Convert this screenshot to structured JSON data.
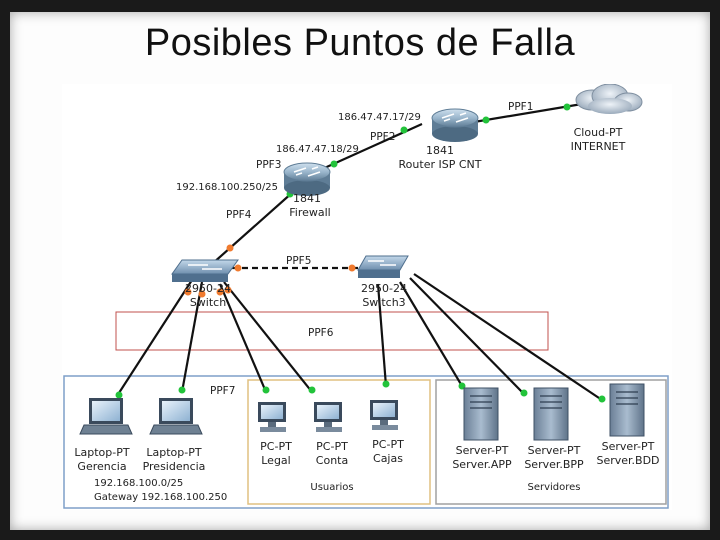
{
  "slide": {
    "title": "Posibles Puntos de Falla"
  },
  "links": {
    "ppf1": "PPF1",
    "ppf2": "PPF2",
    "ppf3": "PPF3",
    "ppf4": "PPF4",
    "ppf5": "PPF5",
    "ppf6": "PPF6",
    "ppf7": "PPF7",
    "ip_isp_cloud": "186.47.47.17/29",
    "ip_fw_isp": "186.47.47.18/29",
    "ip_fw_lan": "192.168.100.250/25"
  },
  "devices": {
    "cloud": {
      "model": "Cloud-PT",
      "name": "INTERNET"
    },
    "router_isp": {
      "model": "1841",
      "name": "Router ISP CNT"
    },
    "firewall": {
      "model": "1841",
      "name": "Firewall"
    },
    "switch1": {
      "model": "2950-24",
      "name": "Switch"
    },
    "switch2": {
      "model": "2950-24",
      "name": "Switch3"
    },
    "laptop1": {
      "model": "Laptop-PT",
      "name": "Gerencia"
    },
    "laptop2": {
      "model": "Laptop-PT",
      "name": "Presidencia"
    },
    "pc1": {
      "model": "PC-PT",
      "name": "Legal"
    },
    "pc2": {
      "model": "PC-PT",
      "name": "Conta"
    },
    "pc3": {
      "model": "PC-PT",
      "name": "Cajas"
    },
    "server1": {
      "model": "Server-PT",
      "name": "Server.APP"
    },
    "server2": {
      "model": "Server-PT",
      "name": "Server.BPP"
    },
    "server3": {
      "model": "Server-PT",
      "name": "Server.BDD"
    }
  },
  "groups": {
    "network_line1": "192.168.100.0/25",
    "network_line2": "Gateway 192.168.100.250",
    "usuarios": "Usuarios",
    "servidores": "Servidores"
  },
  "colors": {
    "link_up": "#22c33a",
    "link_pending": "#f07a2e",
    "ppf6_box": "#c0504d",
    "lan_box": "#7f9fc9",
    "users_box": "#e0c080",
    "servers_box": "#a0a0a0"
  }
}
